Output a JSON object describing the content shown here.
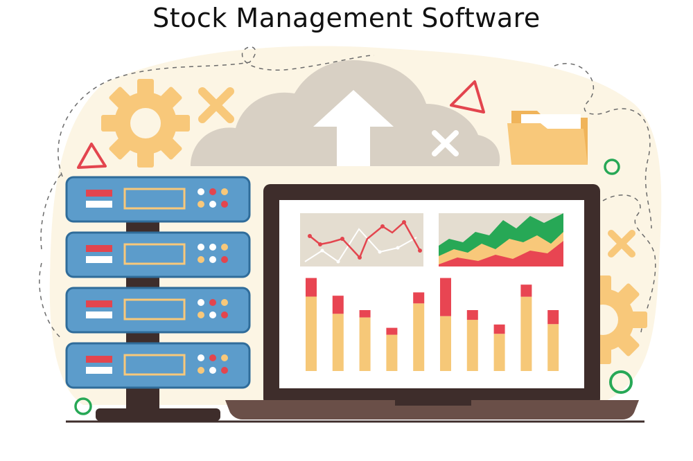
{
  "title": "Stock Management Software",
  "colors": {
    "background_blob": "#fcf5e4",
    "cloud": "#d8d0c4",
    "gear": "#f8c87a",
    "accent_red": "#e3454e",
    "accent_green": "#27a856",
    "server_blue": "#5c9ccb",
    "server_frame": "#2f6c9a",
    "laptop_dark": "#3e2d2b",
    "laptop_base": "#6a4f48",
    "bar_yellow": "#f6c878",
    "bar_red": "#e84552"
  },
  "icons": [
    "gear-icon",
    "cross-icon",
    "triangle-icon",
    "cloud-upload-icon",
    "folder-icon",
    "circle-icon",
    "server-rack-icon",
    "laptop-icon"
  ],
  "screen_bars": [
    {
      "total": 0.84,
      "red_part": 0.2
    },
    {
      "total": 0.68,
      "red_part": 0.24
    },
    {
      "total": 0.55,
      "red_part": 0.12
    },
    {
      "total": 0.39,
      "red_part": 0.16
    },
    {
      "total": 0.71,
      "red_part": 0.14
    },
    {
      "total": 0.84,
      "red_part": 0.41
    },
    {
      "total": 0.55,
      "red_part": 0.16
    },
    {
      "total": 0.42,
      "red_part": 0.2
    },
    {
      "total": 0.78,
      "red_part": 0.14
    },
    {
      "total": 0.55,
      "red_part": 0.23
    }
  ]
}
